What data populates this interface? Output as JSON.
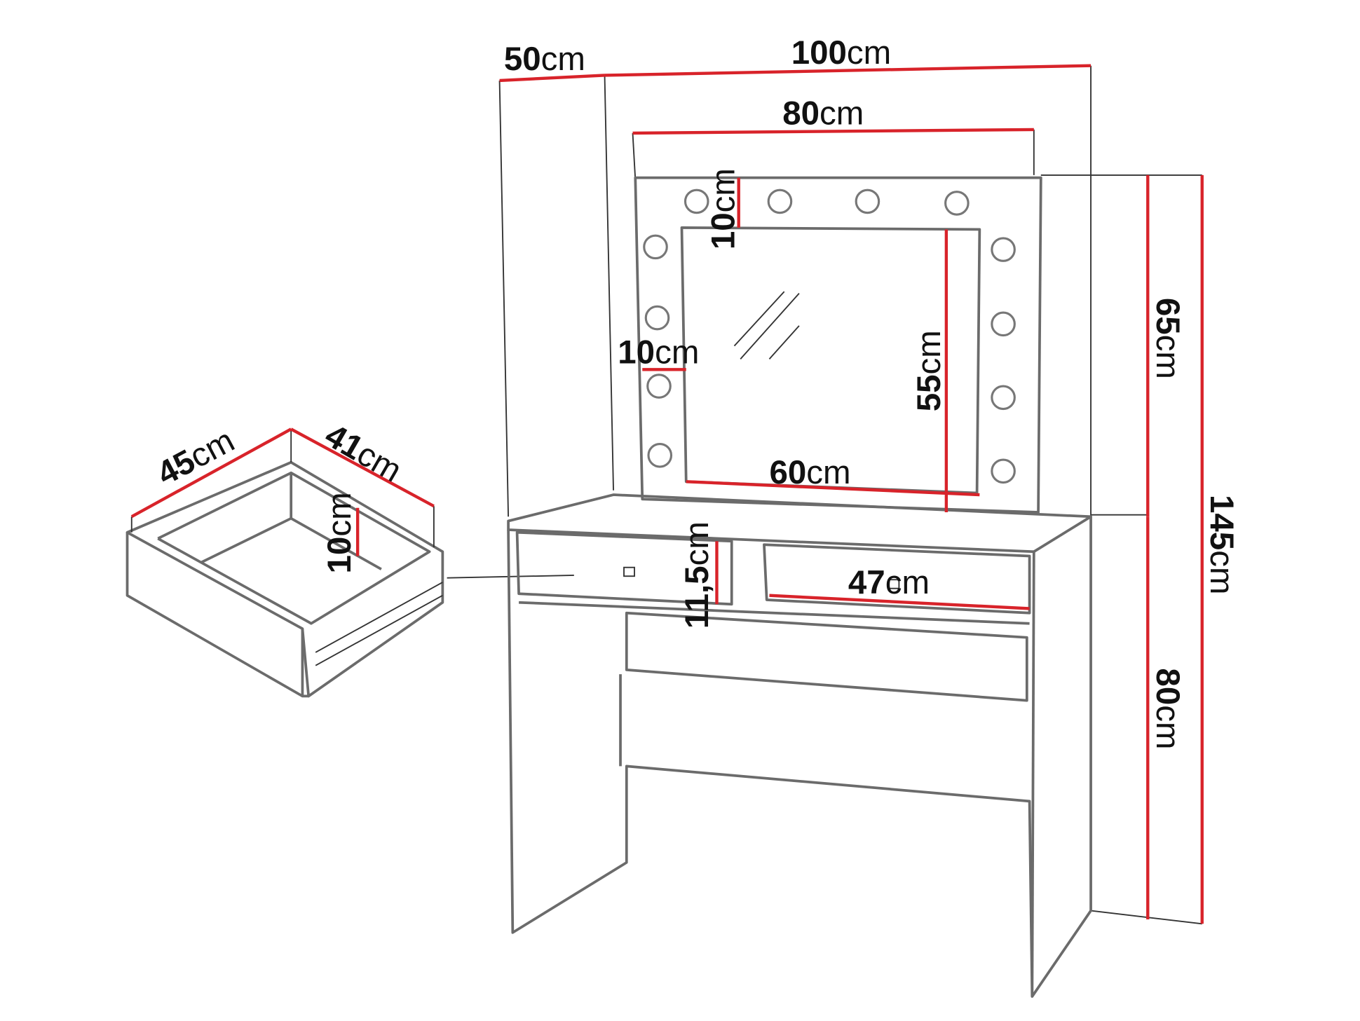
{
  "colors": {
    "dimension_line": "#d8232a",
    "outline": "#6b6b6b"
  },
  "unit": "cm",
  "dimensions": {
    "depth_total": "50",
    "width_total": "100",
    "mirror_width": "80",
    "mirror_frame_top": "10",
    "mirror_frame_side": "10",
    "mirror_glass_height": "55",
    "mirror_glass_width": "60",
    "mirror_height": "65",
    "total_height": "145",
    "table_height": "80",
    "drawer_height": "11,5",
    "drawer_width": "47",
    "drawer_box_width": "45",
    "drawer_box_depth": "41",
    "drawer_box_height": "10"
  }
}
